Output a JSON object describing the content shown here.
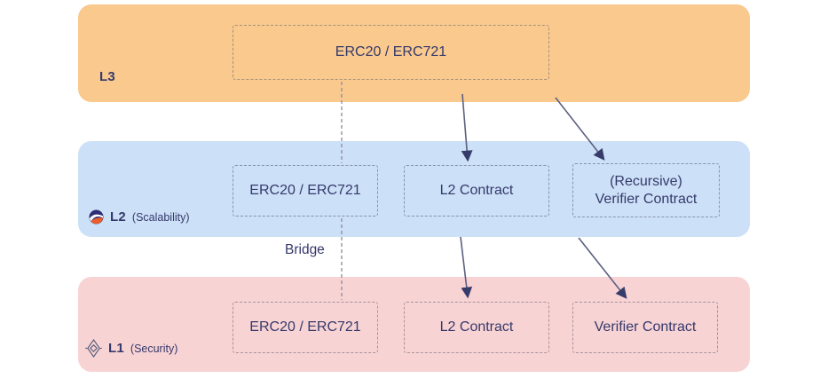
{
  "layers": {
    "l3": {
      "name": "L3",
      "boxes": {
        "erc": "ERC20 / ERC721"
      }
    },
    "l2": {
      "name": "L2",
      "sublabel": "(Scalability)",
      "icon": "starknet-logo",
      "boxes": {
        "erc": "ERC20 / ERC721",
        "contract": "L2 Contract",
        "verifier_line1": "(Recursive)",
        "verifier_line2": "Verifier Contract"
      }
    },
    "l1": {
      "name": "L1",
      "sublabel": "(Security)",
      "icon": "ethereum-logo",
      "boxes": {
        "erc": "ERC20 / ERC721",
        "contract": "L2 Contract",
        "verifier": "Verifier Contract"
      }
    }
  },
  "connectors": {
    "bridge_label": "Bridge"
  },
  "colors": {
    "l3_band": "#F9C98E",
    "l2_band": "#CCE0F7",
    "l1_band": "#F8D3D4",
    "text": "#35396B",
    "arrow_line": "#5C6080",
    "arrow_head": "#363C6A",
    "l3_dash": "#A6907C",
    "l2_dash": "#8793AF",
    "l1_dash": "#A8929A",
    "connector_dash": "#97919F"
  }
}
